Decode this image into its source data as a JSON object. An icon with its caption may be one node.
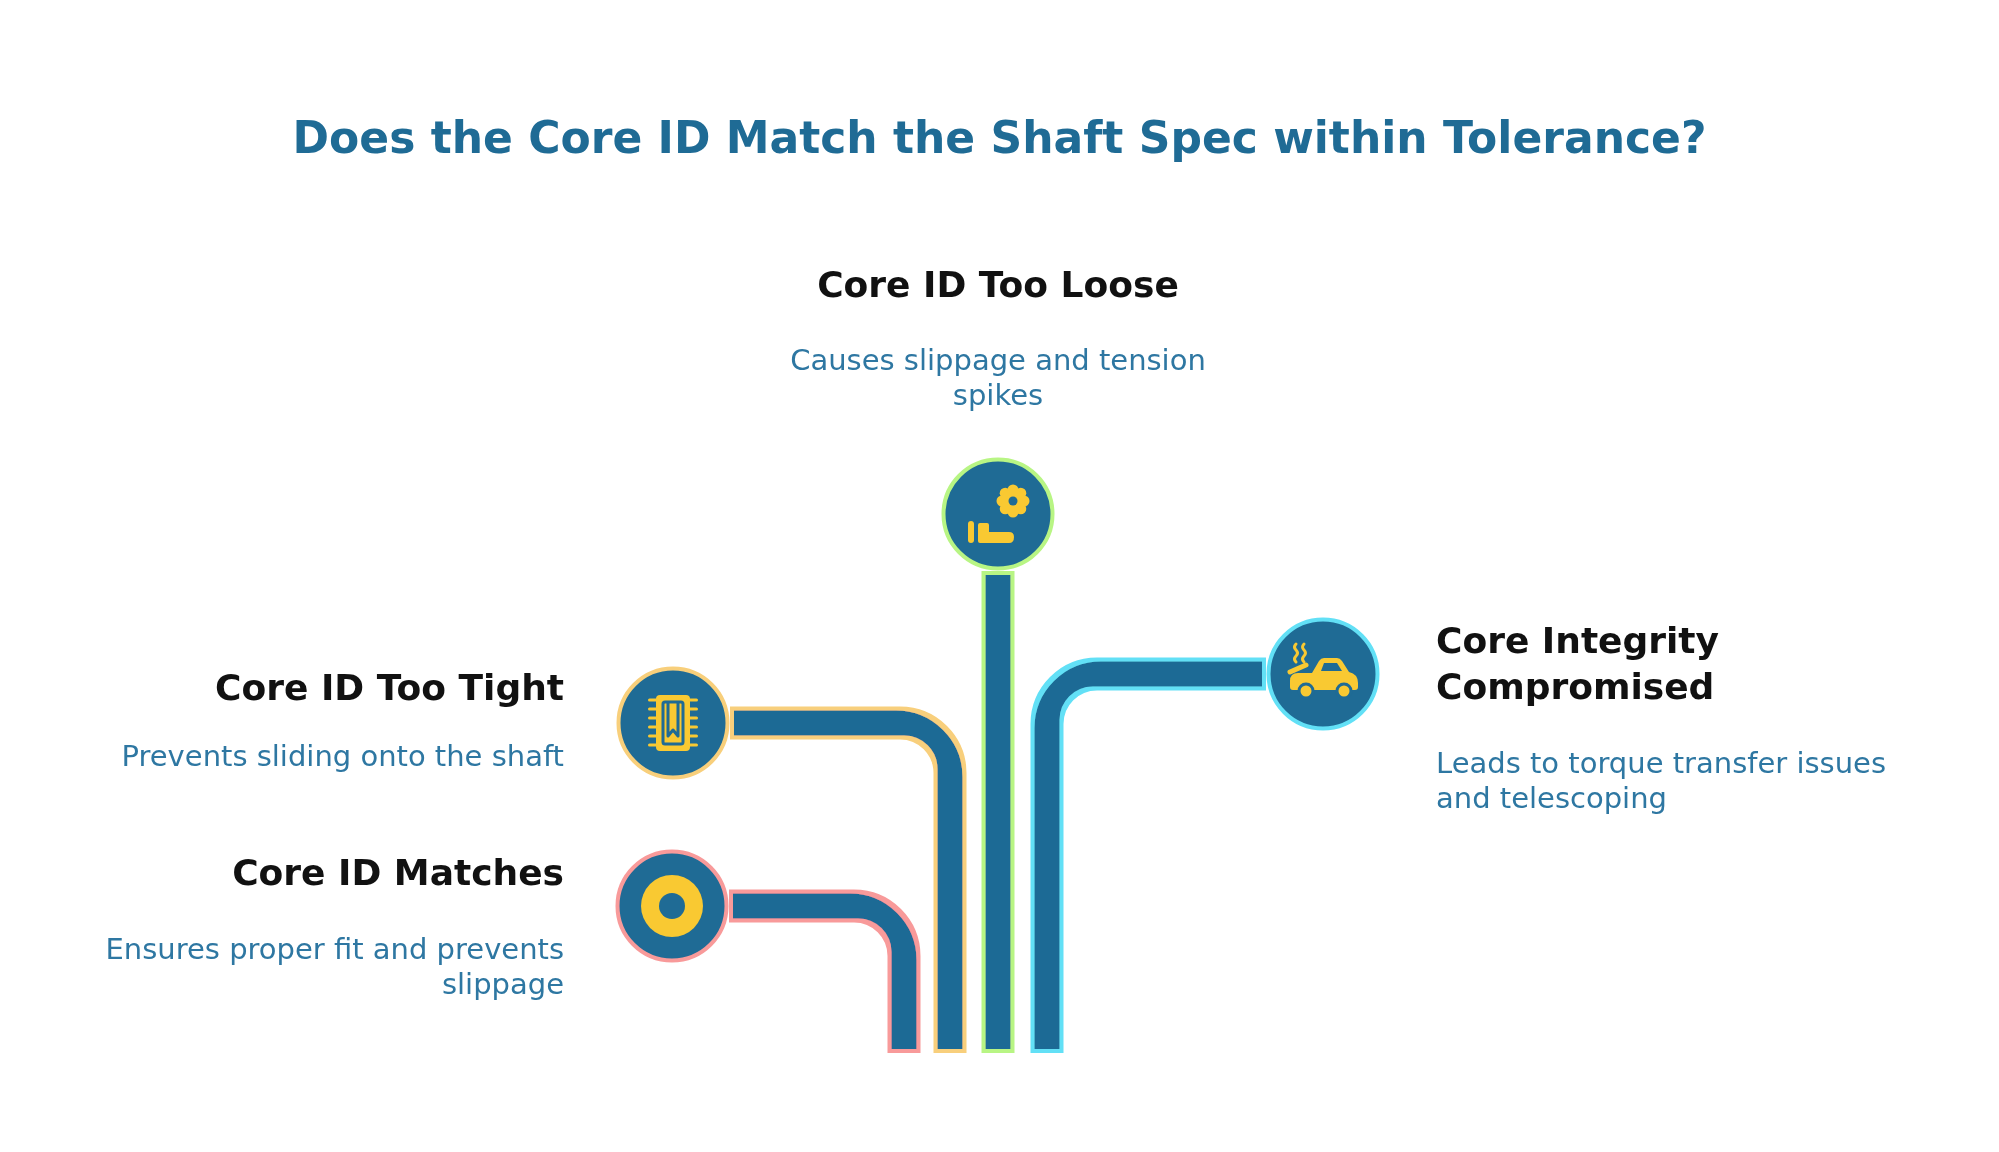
{
  "diagram": {
    "title": "Does the Core ID Match the Shaft Spec within Tolerance?",
    "nodes": [
      {
        "text": [],
        "shape": "circle",
        "beside": [
          "Core ID Too Loose",
          "Causes slippage and tension spikes"
        ]
      },
      {
        "text": [],
        "shape": "circle",
        "beside": [
          "Core Integrity Compromised",
          "Leads to torque transfer issues and telescoping"
        ]
      },
      {
        "text": [],
        "shape": "circle",
        "beside": [
          "Core ID Too Tight",
          "Prevents sliding onto the shaft"
        ]
      },
      {
        "text": [],
        "shape": "circle",
        "beside": [
          "Core ID Matches",
          "Ensures proper fit and prevents slippage"
        ]
      }
    ],
    "edges": [
      {
        "from": null,
        "to": 0,
        "arrow": "none",
        "color": "#b8f584"
      },
      {
        "from": null,
        "to": 1,
        "arrow": "none",
        "color": "#62e0f6"
      },
      {
        "from": null,
        "to": 2,
        "arrow": "none",
        "color": "#f8cf7b"
      },
      {
        "from": null,
        "to": 3,
        "arrow": "none",
        "color": "#f89a9a"
      }
    ]
  }
}
